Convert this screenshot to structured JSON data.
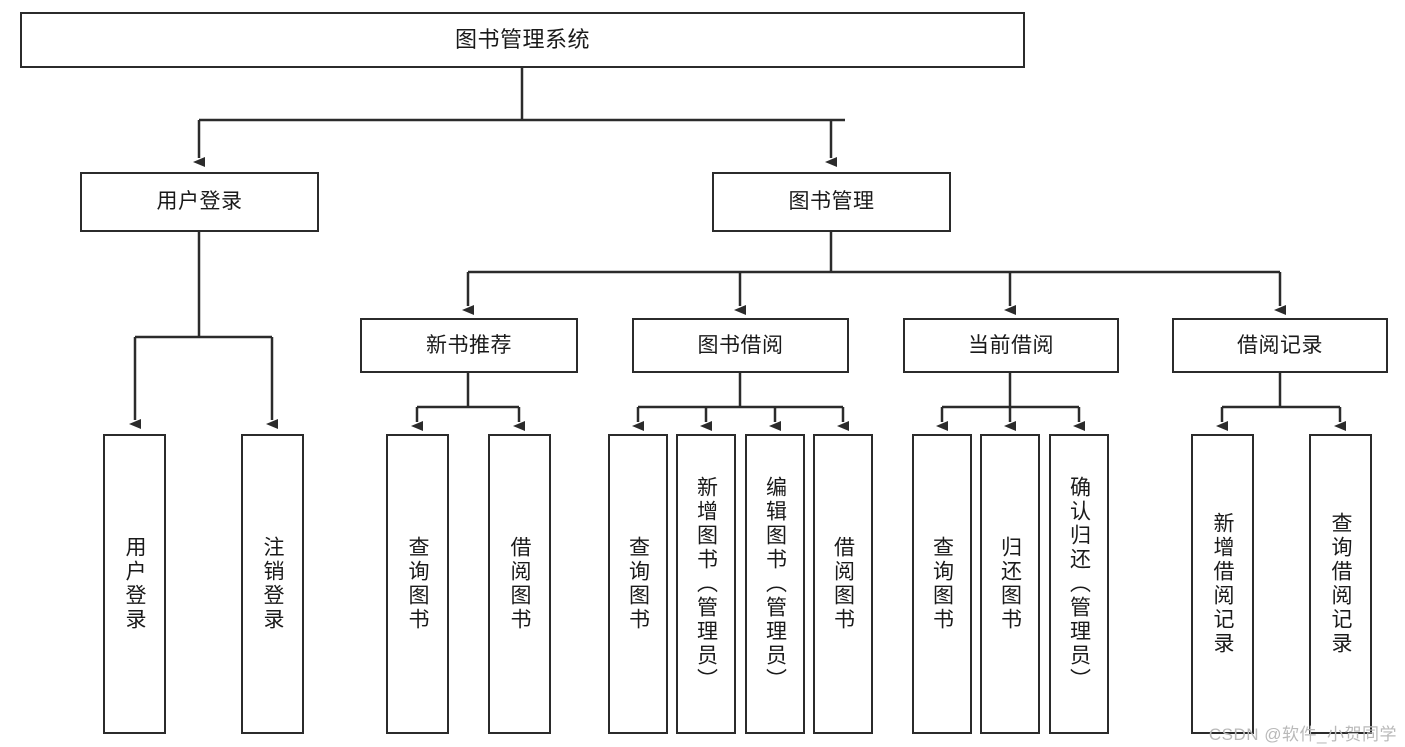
{
  "diagram": {
    "title": "图书管理系统",
    "watermark": "CSDN @软件_小贺同学",
    "type": "tree",
    "accent_color": "#2b2b2b",
    "background_color": "#ffffff",
    "nodes": {
      "root": {
        "label": "图书管理系统"
      },
      "level2": [
        {
          "label": "用户登录"
        },
        {
          "label": "图书管理"
        }
      ],
      "level3": [
        {
          "label": "新书推荐"
        },
        {
          "label": "图书借阅"
        },
        {
          "label": "当前借阅"
        },
        {
          "label": "借阅记录"
        }
      ],
      "leaves": {
        "user_login": [
          {
            "label": "用户登录"
          },
          {
            "label": "注销登录"
          }
        ],
        "new_book_recommend": [
          {
            "label": "查询图书"
          },
          {
            "label": "借阅图书"
          }
        ],
        "book_borrow": [
          {
            "label": "查询图书"
          },
          {
            "label": "新增图书（管理员）"
          },
          {
            "label": "编辑图书（管理员）"
          },
          {
            "label": "借阅图书"
          }
        ],
        "current_borrow": [
          {
            "label": "查询图书"
          },
          {
            "label": "归还图书"
          },
          {
            "label": "确认归还（管理员）"
          }
        ],
        "borrow_record": [
          {
            "label": "新增借阅记录"
          },
          {
            "label": "查询借阅记录"
          }
        ]
      }
    }
  }
}
